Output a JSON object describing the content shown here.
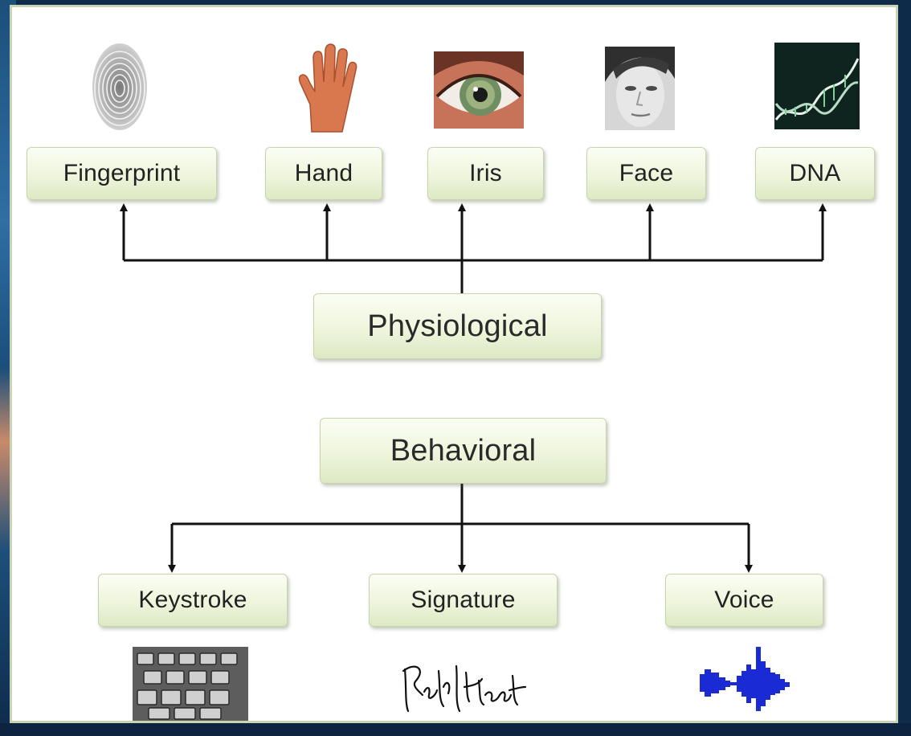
{
  "physiological": {
    "label": "Physiological",
    "items": [
      {
        "label": "Fingerprint",
        "icon": "fingerprint-icon"
      },
      {
        "label": "Hand",
        "icon": "hand-icon"
      },
      {
        "label": "Iris",
        "icon": "eye-icon"
      },
      {
        "label": "Face",
        "icon": "face-icon"
      },
      {
        "label": "DNA",
        "icon": "dna-icon"
      }
    ]
  },
  "behavioral": {
    "label": "Behavioral",
    "items": [
      {
        "label": "Keystroke",
        "icon": "keyboard-icon"
      },
      {
        "label": "Signature",
        "icon": "signature-icon"
      },
      {
        "label": "Voice",
        "icon": "waveform-icon"
      }
    ]
  },
  "colors": {
    "box_fill": "#eef5dc",
    "box_border": "#c8d5ac",
    "connector": "#111111",
    "waveform": "#1a2bd6"
  }
}
